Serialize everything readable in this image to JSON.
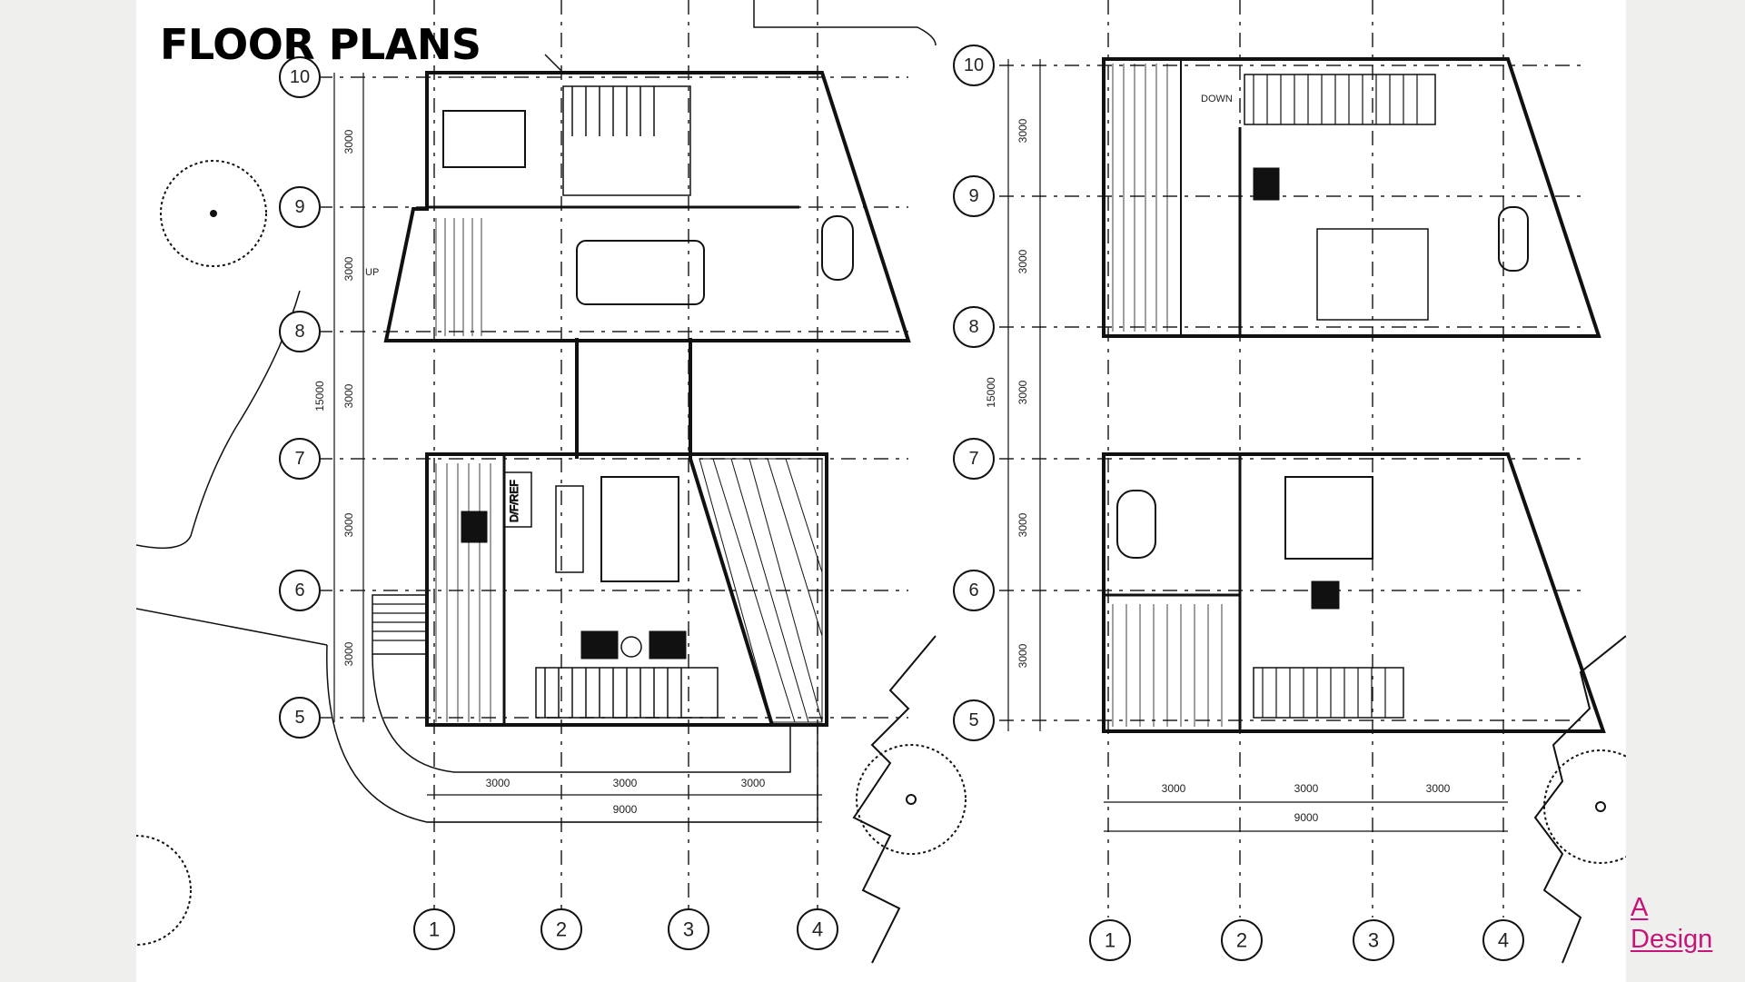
{
  "title": "FLOOR PLANS",
  "logo": {
    "line1": "A",
    "line2": "Design",
    "color": "#c5157a"
  },
  "ground_floor": {
    "row_grid_labels": [
      "10",
      "9",
      "8",
      "7",
      "6",
      "5"
    ],
    "column_grid_labels": [
      "1",
      "2",
      "3",
      "4"
    ],
    "dimensions": {
      "bays_horizontal": [
        "3000",
        "3000",
        "3000"
      ],
      "overall_horizontal": "9000",
      "bays_vertical": [
        "3000",
        "3000",
        "3000",
        "3000",
        "3000"
      ],
      "overall_vertical": "15000"
    },
    "annotations": {
      "fridge": "D/F/REF",
      "stair_label": "UP"
    }
  },
  "upper_floor": {
    "row_grid_labels": [
      "10",
      "9",
      "8",
      "7",
      "6",
      "5"
    ],
    "column_grid_labels": [
      "1",
      "2",
      "3",
      "4"
    ],
    "dimensions": {
      "bays_horizontal": [
        "3000",
        "3000",
        "3000"
      ],
      "overall_horizontal": "9000",
      "bays_vertical": [
        "3000",
        "3000",
        "3000",
        "3000",
        "3000"
      ],
      "overall_vertical": "15000"
    },
    "annotations": {
      "stair_label": "DOWN"
    }
  }
}
